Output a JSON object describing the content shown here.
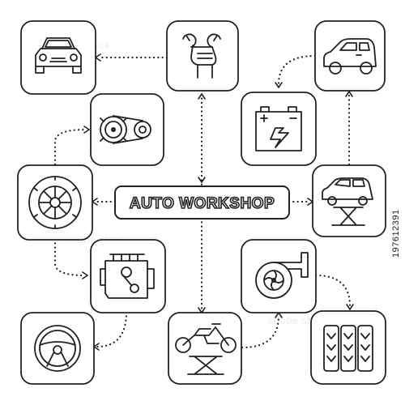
{
  "title": "AUTO WORKSHOP",
  "side_id": "197612391",
  "nodes": [
    {
      "id": "car-front",
      "icon": "car-front-icon"
    },
    {
      "id": "wrench-hand",
      "icon": "wrench-hand-icon"
    },
    {
      "id": "hatchback",
      "icon": "hatchback-car-icon"
    },
    {
      "id": "timing-belt",
      "icon": "timing-belt-icon"
    },
    {
      "id": "battery",
      "icon": "car-battery-icon"
    },
    {
      "id": "wheel",
      "icon": "wheel-icon"
    },
    {
      "id": "car-lift",
      "icon": "car-lift-icon"
    },
    {
      "id": "engine",
      "icon": "engine-icon"
    },
    {
      "id": "turbo",
      "icon": "turbocharger-icon"
    },
    {
      "id": "steering-wheel",
      "icon": "steering-wheel-icon"
    },
    {
      "id": "motorcycle-lift",
      "icon": "motorcycle-lift-icon"
    },
    {
      "id": "tires",
      "icon": "tires-stack-icon"
    }
  ],
  "edges": [
    {
      "from": "wrench-hand",
      "to": "car-front"
    },
    {
      "from": "wrench-hand",
      "to": "auto-workshop"
    },
    {
      "from": "auto-workshop",
      "to": "motorcycle-lift"
    },
    {
      "from": "auto-workshop",
      "to": "wheel"
    },
    {
      "from": "auto-workshop",
      "to": "car-lift"
    },
    {
      "from": "hatchback",
      "to": "battery"
    },
    {
      "from": "car-lift",
      "to": "hatchback"
    },
    {
      "from": "wheel",
      "to": "timing-belt"
    },
    {
      "from": "wheel",
      "to": "engine"
    },
    {
      "from": "engine",
      "to": "steering-wheel"
    },
    {
      "from": "motorcycle-lift",
      "to": "turbo"
    },
    {
      "from": "turbo",
      "to": "tires"
    }
  ]
}
